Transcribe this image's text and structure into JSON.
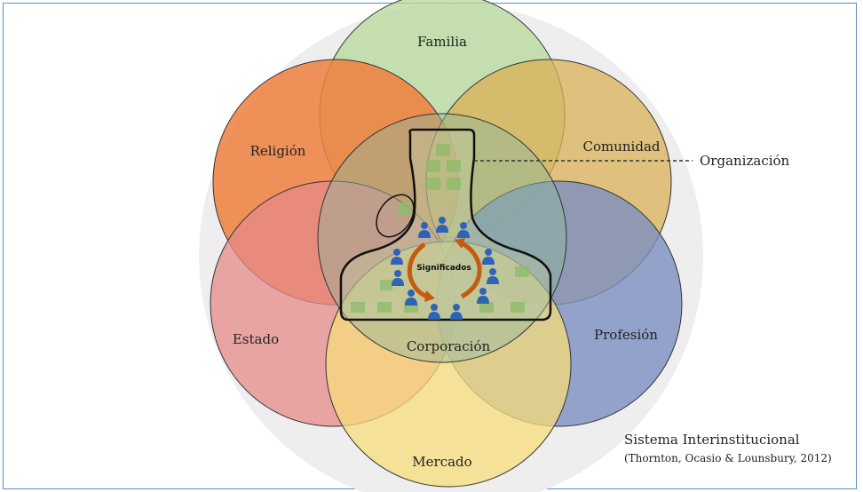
{
  "diagram": {
    "labels": {
      "familia": "Familia",
      "religion": "Religión",
      "comunidad": "Comunidad",
      "organizacion": "Organización",
      "estado": "Estado",
      "profesion": "Profesión",
      "corporacion": "Corporación",
      "mercado": "Mercado",
      "significados": "Significados",
      "sistema": "Sistema Interinstitucional",
      "cita": "(Thornton, Ocasio & Lounsbury, 2012)"
    },
    "colors": {
      "familia": "#b6d89a",
      "religion": "#f07f3e",
      "comunidad": "#d9b055",
      "estado": "#e58a8a",
      "profesion": "#7b8ec0",
      "mercado": "#f7dc7a",
      "corporacion": "#8fb8a0",
      "background_circle": "#eeeeee",
      "frame": "#5b8ec9"
    }
  }
}
